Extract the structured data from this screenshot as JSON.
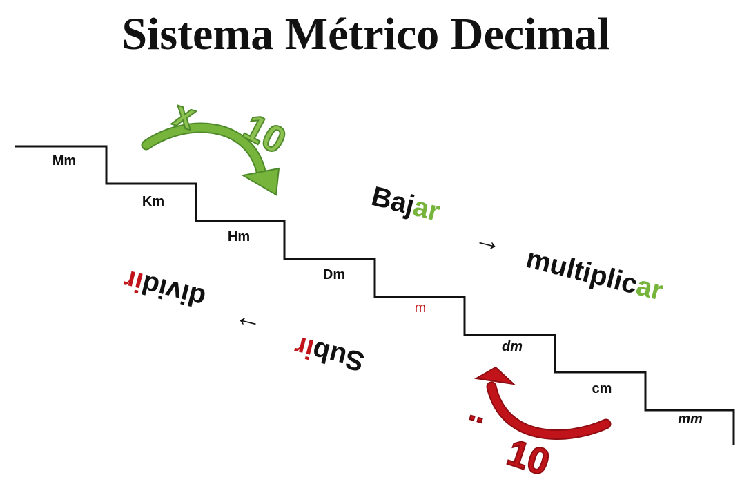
{
  "title": "Sistema Métrico Decimal",
  "steps": [
    "Mm",
    "Km",
    "Hm",
    "Dm",
    "m",
    "dm",
    "cm",
    "mm"
  ],
  "multiply": {
    "symbol": "x",
    "value": "10"
  },
  "divide": {
    "symbol": "¨",
    "value": "10"
  },
  "down_text": {
    "verb_stem": "Baj",
    "verb_end": "ar",
    "arrow": "→",
    "action_stem": "multiplic",
    "action_end": "ar"
  },
  "up_text": {
    "verb_stem": "Sub",
    "verb_end": "ir",
    "arrow": "→",
    "action_stem": "divid",
    "action_end": "ir"
  },
  "colors": {
    "green": "#76b43c",
    "red": "#c0141a",
    "black": "#111111"
  }
}
